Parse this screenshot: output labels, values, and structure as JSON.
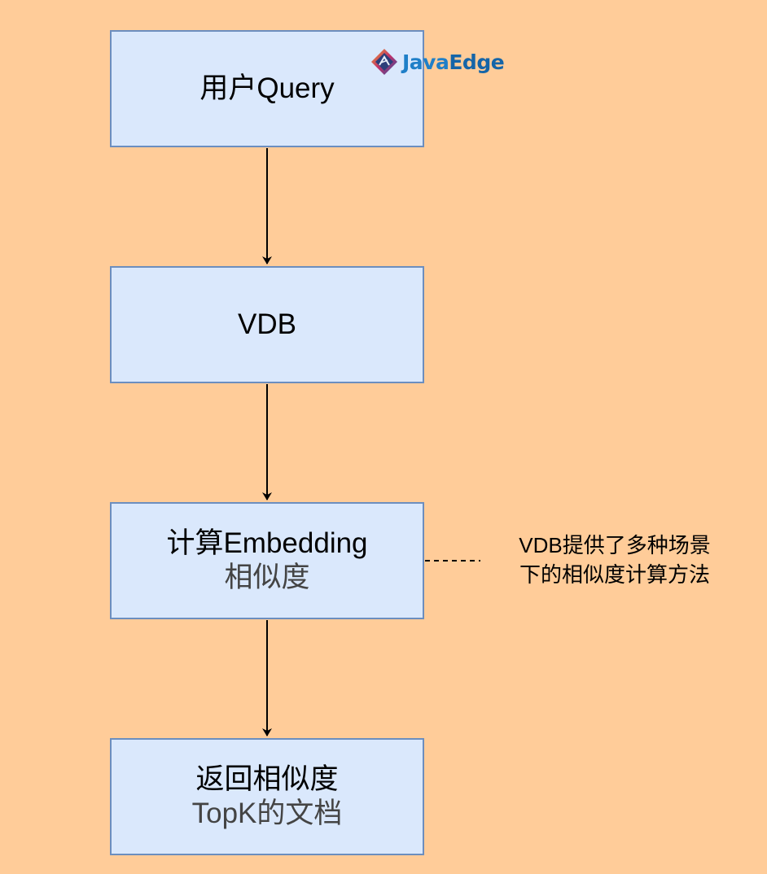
{
  "diagram": {
    "type": "flowchart",
    "direction": "top-to-bottom",
    "nodes": [
      {
        "id": "user-query",
        "line1": "用户Query",
        "line2": ""
      },
      {
        "id": "vdb",
        "line1": "VDB",
        "line2": ""
      },
      {
        "id": "compute-similarity",
        "line1": "计算Embedding",
        "line2": "相似度"
      },
      {
        "id": "return-topk",
        "line1": "返回相似度",
        "line2": "TopK的文档"
      }
    ],
    "edges": [
      {
        "from": "user-query",
        "to": "vdb",
        "style": "solid-arrow"
      },
      {
        "from": "vdb",
        "to": "compute-similarity",
        "style": "solid-arrow"
      },
      {
        "from": "compute-similarity",
        "to": "return-topk",
        "style": "solid-arrow"
      },
      {
        "from": "compute-similarity",
        "to": "annotation",
        "style": "dashed"
      }
    ],
    "annotation": {
      "line1": "VDB提供了多种场景",
      "line2": "下的相似度计算方法"
    },
    "colors": {
      "background": "#ffcc99",
      "node_fill": "#dae8fc",
      "node_stroke": "#6c8ebf",
      "secondary_text": "#444444"
    }
  },
  "watermark": {
    "text_part1": "Java",
    "text_part2": "Edge",
    "icon": "javaedge-logo-icon"
  }
}
